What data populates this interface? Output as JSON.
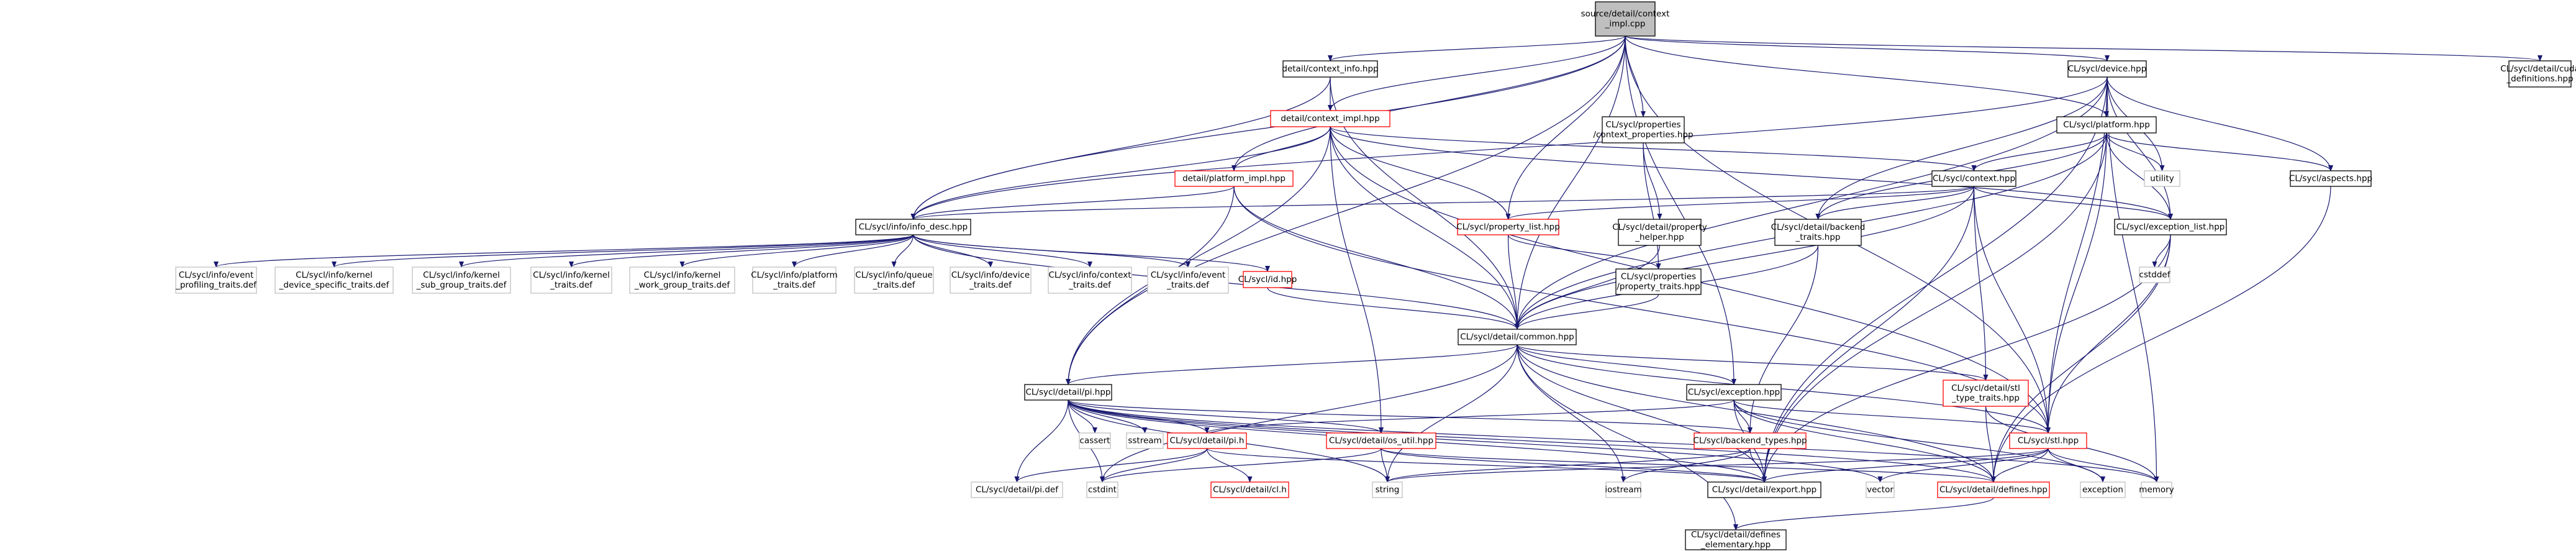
{
  "graph": {
    "nodes": [
      {
        "id": "root",
        "lines": [
          "source/detail/context",
          "_impl.cpp"
        ],
        "kind": "root"
      },
      {
        "id": "cuda_def",
        "lines": [
          "CL/sycl/detail/cuda",
          "_definitions.hpp"
        ],
        "kind": "normal"
      },
      {
        "id": "context_info",
        "lines": [
          "detail/context_info.hpp"
        ],
        "kind": "normal"
      },
      {
        "id": "context_impl",
        "lines": [
          "detail/context_impl.hpp"
        ],
        "kind": "red"
      },
      {
        "id": "platform_impl",
        "lines": [
          "detail/platform_impl.hpp"
        ],
        "kind": "red"
      },
      {
        "id": "ctx_props",
        "lines": [
          "CL/sycl/properties",
          "/context_properties.hpp"
        ],
        "kind": "normal"
      },
      {
        "id": "device",
        "lines": [
          "CL/sycl/device.hpp"
        ],
        "kind": "normal"
      },
      {
        "id": "platform",
        "lines": [
          "CL/sycl/platform.hpp"
        ],
        "kind": "normal"
      },
      {
        "id": "utility",
        "lines": [
          "utility"
        ],
        "kind": "gray"
      },
      {
        "id": "aspects",
        "lines": [
          "CL/sycl/aspects.hpp"
        ],
        "kind": "normal"
      },
      {
        "id": "context",
        "lines": [
          "CL/sycl/context.hpp"
        ],
        "kind": "normal"
      },
      {
        "id": "info_desc",
        "lines": [
          "CL/sycl/info/info_desc.hpp"
        ],
        "kind": "normal"
      },
      {
        "id": "property_list",
        "lines": [
          "CL/sycl/property_list.hpp"
        ],
        "kind": "red"
      },
      {
        "id": "prop_helper",
        "lines": [
          "CL/sycl/detail/property",
          "_helper.hpp"
        ],
        "kind": "normal"
      },
      {
        "id": "backend_traits",
        "lines": [
          "CL/sycl/detail/backend",
          "_traits.hpp"
        ],
        "kind": "normal"
      },
      {
        "id": "exception_list",
        "lines": [
          "CL/sycl/exception_list.hpp"
        ],
        "kind": "normal"
      },
      {
        "id": "cstddef",
        "lines": [
          "cstddef"
        ],
        "kind": "gray"
      },
      {
        "id": "ev_prof_def",
        "lines": [
          "CL/sycl/info/event",
          "_profiling_traits.def"
        ],
        "kind": "gray"
      },
      {
        "id": "kern_dev_def",
        "lines": [
          "CL/sycl/info/kernel",
          "_device_specific_traits.def"
        ],
        "kind": "gray"
      },
      {
        "id": "kern_sub_def",
        "lines": [
          "CL/sycl/info/kernel",
          "_sub_group_traits.def"
        ],
        "kind": "gray"
      },
      {
        "id": "kern_def",
        "lines": [
          "CL/sycl/info/kernel",
          "_traits.def"
        ],
        "kind": "gray"
      },
      {
        "id": "kern_wg_def",
        "lines": [
          "CL/sycl/info/kernel",
          "_work_group_traits.def"
        ],
        "kind": "gray"
      },
      {
        "id": "plat_def",
        "lines": [
          "CL/sycl/info/platform",
          "_traits.def"
        ],
        "kind": "gray"
      },
      {
        "id": "queue_def",
        "lines": [
          "CL/sycl/info/queue",
          "_traits.def"
        ],
        "kind": "gray"
      },
      {
        "id": "dev_def",
        "lines": [
          "CL/sycl/info/device",
          "_traits.def"
        ],
        "kind": "gray"
      },
      {
        "id": "ctx_def",
        "lines": [
          "CL/sycl/info/context",
          "_traits.def"
        ],
        "kind": "gray"
      },
      {
        "id": "ev_def",
        "lines": [
          "CL/sycl/info/event",
          "_traits.def"
        ],
        "kind": "gray"
      },
      {
        "id": "id",
        "lines": [
          "CL/sycl/id.hpp"
        ],
        "kind": "red"
      },
      {
        "id": "prop_traits",
        "lines": [
          "CL/sycl/properties",
          "/property_traits.hpp"
        ],
        "kind": "normal"
      },
      {
        "id": "common",
        "lines": [
          "CL/sycl/detail/common.hpp"
        ],
        "kind": "normal"
      },
      {
        "id": "pi_hpp",
        "lines": [
          "CL/sycl/detail/pi.hpp"
        ],
        "kind": "normal"
      },
      {
        "id": "exception",
        "lines": [
          "CL/sycl/exception.hpp"
        ],
        "kind": "normal"
      },
      {
        "id": "type_traits",
        "lines": [
          "CL/sycl/detail/stl",
          "_type_traits.hpp"
        ],
        "kind": "red"
      },
      {
        "id": "cassert",
        "lines": [
          "cassert"
        ],
        "kind": "gray"
      },
      {
        "id": "sstream",
        "lines": [
          "sstream"
        ],
        "kind": "gray"
      },
      {
        "id": "pi_h",
        "lines": [
          "CL/sycl/detail/pi.h"
        ],
        "kind": "red"
      },
      {
        "id": "os_util",
        "lines": [
          "CL/sycl/detail/os_util.hpp"
        ],
        "kind": "red"
      },
      {
        "id": "backend_types",
        "lines": [
          "CL/sycl/backend_types.hpp"
        ],
        "kind": "red"
      },
      {
        "id": "stl",
        "lines": [
          "CL/sycl/stl.hpp"
        ],
        "kind": "red"
      },
      {
        "id": "pi_def",
        "lines": [
          "CL/sycl/detail/pi.def"
        ],
        "kind": "gray"
      },
      {
        "id": "cstdint",
        "lines": [
          "cstdint"
        ],
        "kind": "gray"
      },
      {
        "id": "cl_h",
        "lines": [
          "CL/sycl/detail/cl.h"
        ],
        "kind": "red"
      },
      {
        "id": "string",
        "lines": [
          "string"
        ],
        "kind": "gray"
      },
      {
        "id": "iostream",
        "lines": [
          "iostream"
        ],
        "kind": "gray"
      },
      {
        "id": "export",
        "lines": [
          "CL/sycl/detail/export.hpp"
        ],
        "kind": "normal"
      },
      {
        "id": "vector",
        "lines": [
          "vector"
        ],
        "kind": "gray"
      },
      {
        "id": "defines",
        "lines": [
          "CL/sycl/detail/defines.hpp"
        ],
        "kind": "red"
      },
      {
        "id": "exception_std",
        "lines": [
          "exception"
        ],
        "kind": "gray"
      },
      {
        "id": "memory",
        "lines": [
          "memory"
        ],
        "kind": "gray"
      },
      {
        "id": "defines_elem",
        "lines": [
          "CL/sycl/detail/defines",
          "_elementary.hpp"
        ],
        "kind": "normal"
      }
    ],
    "edges": [
      [
        "root",
        "cuda_def"
      ],
      [
        "root",
        "context_info"
      ],
      [
        "root",
        "context_impl"
      ],
      [
        "root",
        "platform_impl"
      ],
      [
        "root",
        "ctx_props"
      ],
      [
        "root",
        "device"
      ],
      [
        "root",
        "platform"
      ],
      [
        "root",
        "info_desc"
      ],
      [
        "root",
        "property_list"
      ],
      [
        "root",
        "common"
      ],
      [
        "root",
        "pi_hpp"
      ],
      [
        "root",
        "exception"
      ],
      [
        "root",
        "stl"
      ],
      [
        "context_info",
        "context_impl"
      ],
      [
        "context_info",
        "info_desc"
      ],
      [
        "context_info",
        "common"
      ],
      [
        "context_impl",
        "platform_impl"
      ],
      [
        "context_impl",
        "info_desc"
      ],
      [
        "context_impl",
        "property_list"
      ],
      [
        "context_impl",
        "common"
      ],
      [
        "context_impl",
        "pi_hpp"
      ],
      [
        "context_impl",
        "context"
      ],
      [
        "context_impl",
        "exception_list"
      ],
      [
        "context_impl",
        "os_util"
      ],
      [
        "context_impl",
        "stl"
      ],
      [
        "platform_impl",
        "info_desc"
      ],
      [
        "platform_impl",
        "common"
      ],
      [
        "platform_impl",
        "pi_hpp"
      ],
      [
        "platform_impl",
        "stl"
      ],
      [
        "ctx_props",
        "prop_helper"
      ],
      [
        "ctx_props",
        "prop_traits"
      ],
      [
        "device",
        "platform"
      ],
      [
        "device",
        "aspects"
      ],
      [
        "device",
        "backend_traits"
      ],
      [
        "device",
        "common"
      ],
      [
        "device",
        "info_desc"
      ],
      [
        "device",
        "stl"
      ],
      [
        "device",
        "export"
      ],
      [
        "device",
        "exception_list"
      ],
      [
        "device",
        "utility"
      ],
      [
        "device",
        "memory"
      ],
      [
        "platform",
        "context"
      ],
      [
        "platform",
        "aspects"
      ],
      [
        "platform",
        "backend_traits"
      ],
      [
        "platform",
        "common"
      ],
      [
        "platform",
        "export"
      ],
      [
        "platform",
        "stl"
      ],
      [
        "platform",
        "utility"
      ],
      [
        "platform",
        "exception_list"
      ],
      [
        "context",
        "info_desc"
      ],
      [
        "context",
        "property_list"
      ],
      [
        "context",
        "backend_traits"
      ],
      [
        "context",
        "common"
      ],
      [
        "context",
        "exception_list"
      ],
      [
        "context",
        "export"
      ],
      [
        "context",
        "stl"
      ],
      [
        "context",
        "type_traits"
      ],
      [
        "aspects",
        "defines"
      ],
      [
        "exception_list",
        "cstddef"
      ],
      [
        "exception_list",
        "stl"
      ],
      [
        "exception_list",
        "defines"
      ],
      [
        "exception_list",
        "export"
      ],
      [
        "info_desc",
        "ev_prof_def"
      ],
      [
        "info_desc",
        "kern_dev_def"
      ],
      [
        "info_desc",
        "kern_sub_def"
      ],
      [
        "info_desc",
        "kern_def"
      ],
      [
        "info_desc",
        "kern_wg_def"
      ],
      [
        "info_desc",
        "plat_def"
      ],
      [
        "info_desc",
        "queue_def"
      ],
      [
        "info_desc",
        "dev_def"
      ],
      [
        "info_desc",
        "ctx_def"
      ],
      [
        "info_desc",
        "ev_def"
      ],
      [
        "info_desc",
        "id"
      ],
      [
        "info_desc",
        "common"
      ],
      [
        "property_list",
        "common"
      ],
      [
        "property_list",
        "prop_traits"
      ],
      [
        "prop_helper",
        "common"
      ],
      [
        "prop_traits",
        "common"
      ],
      [
        "backend_traits",
        "common"
      ],
      [
        "backend_traits",
        "backend_types"
      ],
      [
        "id",
        "common"
      ],
      [
        "common",
        "pi_hpp"
      ],
      [
        "common",
        "exception"
      ],
      [
        "common",
        "type_traits"
      ],
      [
        "common",
        "cstdint"
      ],
      [
        "common",
        "string"
      ],
      [
        "common",
        "iostream"
      ],
      [
        "common",
        "export"
      ],
      [
        "common",
        "defines"
      ],
      [
        "common",
        "defines_elem"
      ],
      [
        "common",
        "stl"
      ],
      [
        "pi_hpp",
        "cassert"
      ],
      [
        "pi_hpp",
        "sstream"
      ],
      [
        "pi_hpp",
        "pi_h"
      ],
      [
        "pi_hpp",
        "os_util"
      ],
      [
        "pi_hpp",
        "backend_types"
      ],
      [
        "pi_hpp",
        "export"
      ],
      [
        "pi_hpp",
        "pi_def"
      ],
      [
        "pi_hpp",
        "cstdint"
      ],
      [
        "pi_hpp",
        "string"
      ],
      [
        "pi_hpp",
        "vector"
      ],
      [
        "pi_hpp",
        "defines"
      ],
      [
        "pi_hpp",
        "memory"
      ],
      [
        "exception",
        "pi_h"
      ],
      [
        "exception",
        "backend_types"
      ],
      [
        "exception",
        "export"
      ],
      [
        "exception",
        "stl"
      ],
      [
        "exception",
        "defines"
      ],
      [
        "exception",
        "exception_std"
      ],
      [
        "type_traits",
        "defines"
      ],
      [
        "type_traits",
        "memory"
      ],
      [
        "pi_h",
        "pi_def"
      ],
      [
        "pi_h",
        "cstdint"
      ],
      [
        "pi_h",
        "cl_h"
      ],
      [
        "pi_h",
        "export"
      ],
      [
        "os_util",
        "export"
      ],
      [
        "os_util",
        "defines"
      ],
      [
        "os_util",
        "cstdint"
      ],
      [
        "os_util",
        "string"
      ],
      [
        "backend_types",
        "export"
      ],
      [
        "backend_types",
        "iostream"
      ],
      [
        "backend_types",
        "string"
      ],
      [
        "stl",
        "defines"
      ],
      [
        "stl",
        "exception_std"
      ],
      [
        "stl",
        "memory"
      ],
      [
        "stl",
        "string"
      ],
      [
        "stl",
        "vector"
      ],
      [
        "stl",
        "export"
      ],
      [
        "defines",
        "defines_elem"
      ]
    ]
  },
  "colors": {
    "node_fill": "#ffffff",
    "node_border": "#000000",
    "red_border": "#ff0000",
    "gray_border": "#bfbfbf",
    "root_fill": "#bfbfbf",
    "edge": "#191970",
    "text": "#000000"
  }
}
